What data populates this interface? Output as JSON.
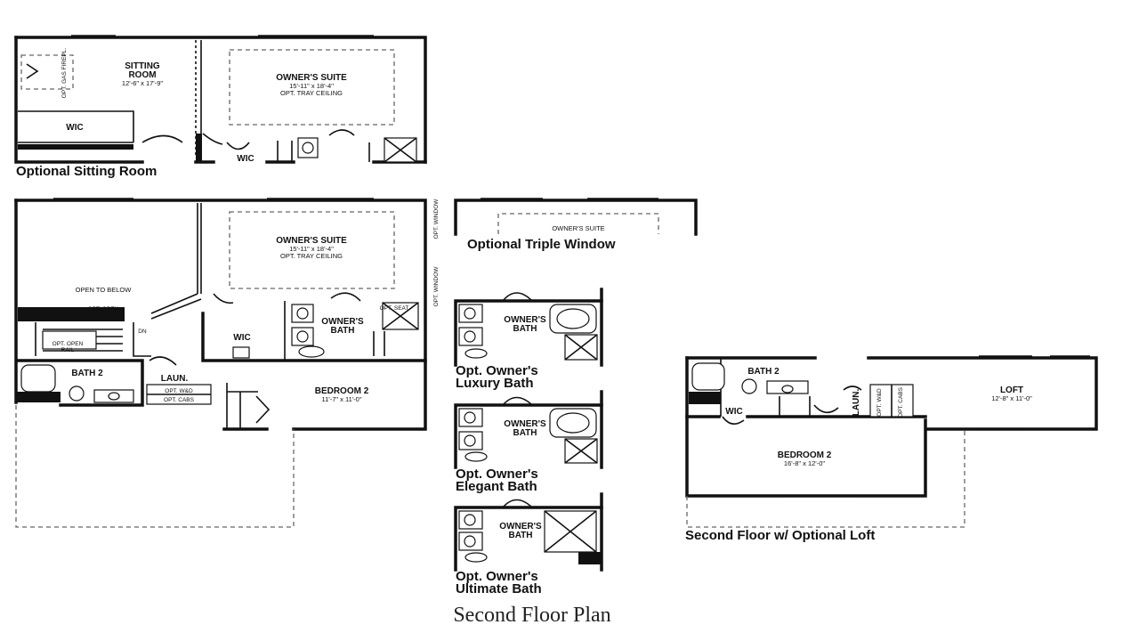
{
  "title": "Second Floor Plan",
  "captions": {
    "sitting": "Optional Sitting Room",
    "triple": "Optional Triple Window",
    "luxury_1": "Opt. Owner's",
    "luxury_2": "Luxury Bath",
    "elegant_1": "Opt. Owner's",
    "elegant_2": "Elegant Bath",
    "ultimate_1": "Opt. Owner's",
    "ultimate_2": "Ultimate Bath",
    "loft": "Second Floor w/ Optional Loft"
  },
  "sitting_plan": {
    "sitting_room": "SITTING",
    "sitting_room_2": "ROOM",
    "sitting_dim": "12'-6\" x 17'-9\"",
    "gas_fireplace": "OPT. GAS FIREPL.",
    "wic_left": "WIC",
    "owners_suite": "OWNER'S SUITE",
    "owners_dim": "15'-11\" x 18'-4\"",
    "tray": "OPT. TRAY CEILING",
    "wic_bottom": "WIC"
  },
  "main_plan": {
    "open_to_below": "OPEN TO BELOW",
    "opt_open_rail": "OPT. OPEN",
    "opt_open_rail_2": "RAIL",
    "opt_open_rail_b": "OPT. OPEN",
    "opt_open_rail_b2": "RAIL",
    "dn": "DN",
    "bath2": "BATH 2",
    "laun": "LAUN.",
    "opt_washer": "OPT. W&D",
    "opt_cabs": "OPT. CABS",
    "wic": "WIC",
    "owners_bath": "OWNER'S",
    "owners_bath_2": "BATH",
    "opt_seat": "OPT. SEAT",
    "owners_suite": "OWNER'S SUITE",
    "owners_dim": "15'-11\" x 18'-4\"",
    "tray": "OPT. TRAY CEILING",
    "bedroom2": "BEDROOM 2",
    "bedroom2_dim": "11'-7\" x 11'-0\"",
    "opt_window_1": "OPT. WINDOW",
    "opt_window_2": "OPT. WINDOW"
  },
  "triple_plan": {
    "owners_suite": "OWNER'S SUITE"
  },
  "bath_labels": {
    "luxury": "OWNER'S",
    "luxury_2": "BATH",
    "elegant": "OWNER'S",
    "elegant_2": "BATH",
    "ultimate": "OWNER'S",
    "ultimate_2": "BATH"
  },
  "loft_plan": {
    "bath2": "BATH 2",
    "wic": "WIC",
    "laun": "LAUN.",
    "opt_wd": "OPT. W&D",
    "opt_cabs": "OPT. CABS",
    "loft": "LOFT",
    "loft_dim": "12'-8\" x 11'-0\"",
    "bedroom2": "BEDROOM 2",
    "bedroom2_dim": "16'-8\" x 12'-0\""
  }
}
